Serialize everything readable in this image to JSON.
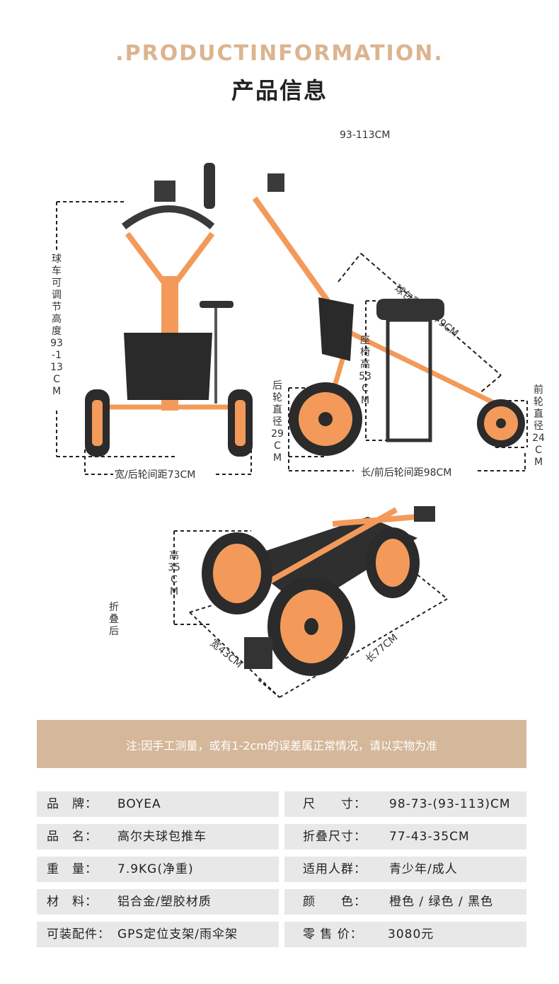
{
  "header": {
    "title_en": ".PRODUCTINFORMATION.",
    "title_cn": "产品信息"
  },
  "dimensions": {
    "height_range_top": "93-113CM",
    "adjustable_height": "球车可调节高度93-113CM",
    "width_rear": "宽/后轮间距73CM",
    "rear_wheel": "后轮直径29CM",
    "seat_height": "座椅高53CM",
    "bag_area": "球包置放区79CM",
    "front_wheel": "前轮直径24CM",
    "length": "长/前后轮间距98CM",
    "folded_label": "折叠后",
    "folded_height": "高35CM",
    "folded_width": "宽43CM",
    "folded_length": "长77CM"
  },
  "note": "注:因手工测量，或有1-2cm的误差属正常情况，请以实物为准",
  "specs": [
    {
      "label": "品　牌：",
      "value": "BOYEA"
    },
    {
      "label": "尺　　寸：",
      "value": "98-73-(93-113)CM"
    },
    {
      "label": "品　名：",
      "value": "高尔夫球包推车"
    },
    {
      "label": "折叠尺寸：",
      "value": "77-43-35CM"
    },
    {
      "label": "重　量：",
      "value": "7.9KG(净重)"
    },
    {
      "label": "适用人群：",
      "value": "青少年/成人"
    },
    {
      "label": "材　料：",
      "value": "铝合金/塑胶材质"
    },
    {
      "label": "颜　　色：",
      "value": "橙色 / 绿色 / 黑色"
    },
    {
      "label": "可装配件：",
      "value": "GPS定位支架/雨伞架"
    },
    {
      "label": "零 售 价：",
      "value": "3080元"
    }
  ],
  "colors": {
    "accent": "#dcb48f",
    "banner": "#d5b79a",
    "frame_orange": "#f39a5a",
    "wheel_dark": "#2b2b2b",
    "spec_bg": "#e8e8e8"
  }
}
